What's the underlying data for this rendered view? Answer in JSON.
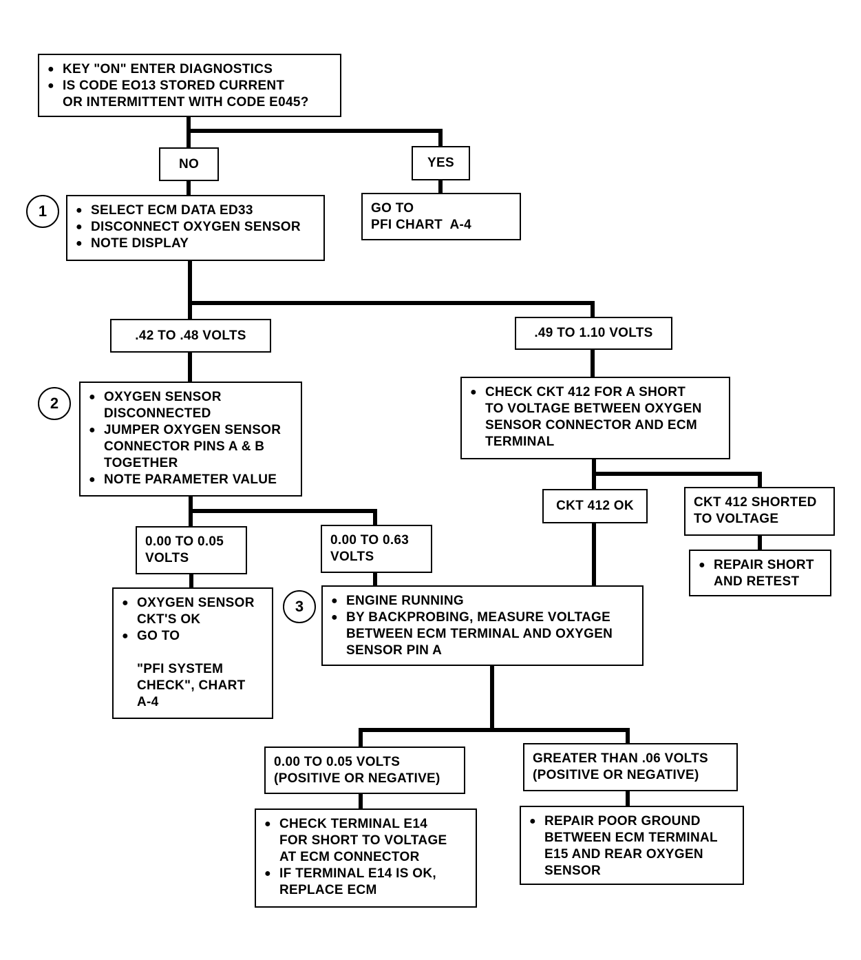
{
  "start": {
    "bullets": [
      [
        "KEY \"ON\" ENTER DIAGNOSTICS"
      ],
      [
        "IS CODE EO13 STORED CURRENT",
        "OR INTERMITTENT WITH CODE E045?"
      ]
    ]
  },
  "branch_no": "NO",
  "branch_yes": "YES",
  "yes_result": [
    "GO TO",
    "PFI CHART  A-4"
  ],
  "step1": {
    "number": "1",
    "bullets": [
      [
        "SELECT ECM DATA ED33"
      ],
      [
        "DISCONNECT OXYGEN SENSOR"
      ],
      [
        "NOTE DISPLAY"
      ]
    ]
  },
  "range_low": ".42 TO .48 VOLTS",
  "range_high": ".49 TO 1.10 VOLTS",
  "step2": {
    "number": "2",
    "bullets": [
      [
        "OXYGEN SENSOR",
        "DISCONNECTED"
      ],
      [
        "JUMPER OXYGEN SENSOR",
        "CONNECTOR PINS A & B",
        "TOGETHER"
      ],
      [
        "NOTE PARAMETER VALUE"
      ]
    ]
  },
  "check_ckt412": {
    "bullets": [
      [
        "CHECK CKT 412 FOR A SHORT",
        "TO VOLTAGE BETWEEN OXYGEN",
        "SENSOR CONNECTOR AND ECM",
        "TERMINAL"
      ]
    ]
  },
  "ckt412_ok": "CKT 412 OK",
  "ckt412_shorted": [
    "CKT 412 SHORTED",
    "TO VOLTAGE"
  ],
  "repair_short": {
    "bullets": [
      [
        "REPAIR SHORT",
        "AND RETEST"
      ]
    ]
  },
  "volts_a": [
    "0.00 TO 0.05",
    "VOLTS"
  ],
  "volts_b": [
    "0.00 TO 0.63",
    "VOLTS"
  ],
  "sensor_ok": {
    "bullets": [
      [
        "OXYGEN SENSOR",
        "CKT'S OK"
      ],
      [
        "GO TO",
        "",
        "\"PFI SYSTEM",
        "CHECK\", CHART",
        "A-4"
      ]
    ]
  },
  "step3": {
    "number": "3",
    "bullets": [
      [
        "ENGINE RUNNING"
      ],
      [
        "BY BACKPROBING, MEASURE VOLTAGE",
        "BETWEEN ECM TERMINAL AND OXYGEN",
        "SENSOR PIN A"
      ]
    ]
  },
  "result_low": [
    "0.00 TO 0.05 VOLTS",
    "(POSITIVE OR NEGATIVE)"
  ],
  "result_high": [
    "GREATER THAN .06 VOLTS",
    "(POSITIVE OR NEGATIVE)"
  ],
  "final_low": {
    "bullets": [
      [
        "CHECK TERMINAL E14",
        "FOR SHORT TO VOLTAGE",
        "AT ECM CONNECTOR"
      ],
      [
        "IF TERMINAL E14 IS OK,",
        "REPLACE ECM"
      ]
    ]
  },
  "final_high": {
    "bullets": [
      [
        "REPAIR POOR GROUND",
        "BETWEEN ECM TERMINAL",
        "E15 AND REAR OXYGEN",
        "SENSOR"
      ]
    ]
  }
}
